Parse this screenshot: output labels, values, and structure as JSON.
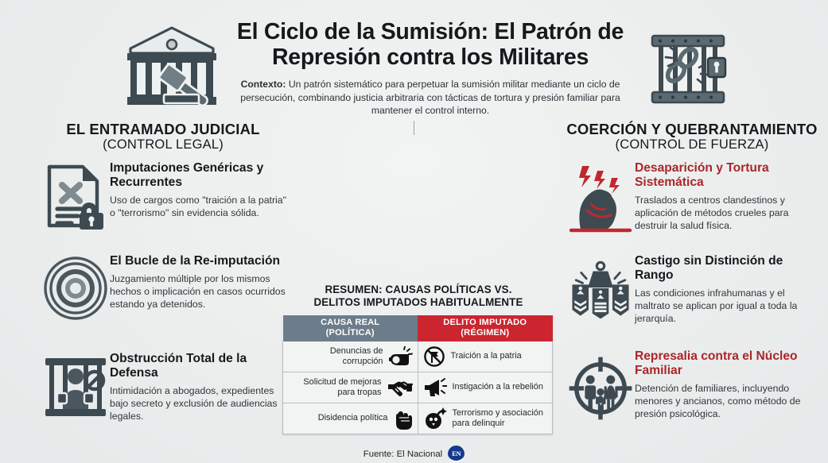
{
  "title": "El Ciclo de la Sumisión: El Patrón de Represión contra los Militares",
  "context_label": "Contexto:",
  "context_text": " Un patrón sistemático para perpetuar la sumisión militar mediante un ciclo de persecución, combinando justicia arbitraria con tácticas de tortura y presión familiar para mantener el control interno.",
  "colors": {
    "background": "#eceeee",
    "red_accent": "#cb2630",
    "red_heading": "#a9262b",
    "slate_header": "#6c7c8a",
    "dark_ink": "#15191c",
    "logo_blue": "#133a8c"
  },
  "left_column": {
    "heading_line1": "EL ENTRAMADO JUDICIAL",
    "heading_line2": "(CONTROL LEGAL)",
    "top_icon": "courthouse-gavel-icon",
    "items": [
      {
        "icon": "document-x-lock-icon",
        "title": "Imputaciones Genéricas y Recurrentes",
        "body": "Uso de cargos como \"traición a la patria\" o \"terrorismo\" sin evidencia sólida.",
        "accent": "dark"
      },
      {
        "icon": "concentric-loop-icon",
        "title": "El Bucle de la Re-imputación",
        "body": "Juzgamiento múltiple por los mismos hechos o implicación en casos ocurridos estando ya detenidos.",
        "accent": "dark"
      },
      {
        "icon": "prisoner-behind-bars-icon",
        "title": "Obstrucción Total de la Defensa",
        "body": "Intimidación a abogados, expedientes bajo secreto y exclusión de audiencias legales.",
        "accent": "dark"
      }
    ]
  },
  "right_column": {
    "heading_line1": "COERCIÓN Y QUEBRANTAMIENTO",
    "heading_line2": "(CONTROL DE FUERZA)",
    "top_icon": "jail-broken-chain-icon",
    "items": [
      {
        "icon": "crouching-person-pain-icon",
        "title": "Desaparición y Tortura Sistemática",
        "body": "Traslados a centros clandestinos y aplicación de métodos crueles para destruir la salud física.",
        "accent": "red"
      },
      {
        "icon": "military-rank-insignia-weight-icon",
        "title": "Castigo sin Distinción de Rango",
        "body": "Las condiciones infrahumanas y el maltrato se aplican por igual a toda la jerarquía.",
        "accent": "dark"
      },
      {
        "icon": "family-crosshair-target-icon",
        "title": "Represalia contra el Núcleo Familiar",
        "body": "Detención de familiares, incluyendo menores y ancianos, como método de presión psicológica.",
        "accent": "red"
      }
    ]
  },
  "table": {
    "title_line1": "RESUMEN: CAUSAS POLÍTICAS VS.",
    "title_line2": "DELITOS IMPUTADOS HABITUALMENTE",
    "headers": [
      {
        "line1": "CAUSA REAL",
        "line2": "(POLÍTICA)"
      },
      {
        "line1": "DELITO IMPUTADO",
        "line2": "(RÉGIMEN)"
      }
    ],
    "rows": [
      {
        "cause": "Denuncias de corrupción",
        "cause_icon": "whistle-icon",
        "crime": "Traición a la patria",
        "crime_icon": "no-flag-prohibited-icon"
      },
      {
        "cause": "Solicitud de mejoras para tropas",
        "cause_icon": "handshake-icon",
        "crime": "Instigación a la rebelión",
        "crime_icon": "megaphone-icon"
      },
      {
        "cause": "Disidencia política",
        "cause_icon": "raised-fist-icon",
        "crime": "Terrorismo y asociación para delinquir",
        "crime_icon": "bomb-skull-icon"
      }
    ]
  },
  "footer": {
    "source": "Fuente: El Nacional",
    "logo_text": "EN",
    "logo_icon": "el-nacional-logo"
  }
}
